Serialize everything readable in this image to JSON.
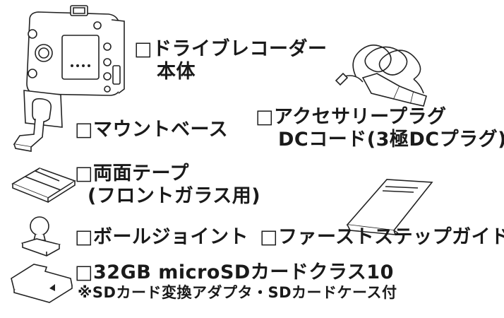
{
  "items": {
    "recorder": {
      "line1": "□ドライブレコーダー",
      "line2": "本体"
    },
    "mount": {
      "line1": "□マウントベース"
    },
    "accessory_plug": {
      "line1": "□アクセサリープラグ",
      "line2": "DCコード(3極DCプラグ)"
    },
    "tape": {
      "line1": "□両面テープ",
      "line2": "(フロントガラス用)"
    },
    "ball_joint": {
      "line1": "□ボールジョイント"
    },
    "first_step_guide": {
      "line1": "□ファーストステップガイド"
    },
    "sd_card": {
      "line1": "□32GB microSDカードクラス10",
      "line2": "※SDカード変換アダプタ・SDカードケース付"
    }
  }
}
